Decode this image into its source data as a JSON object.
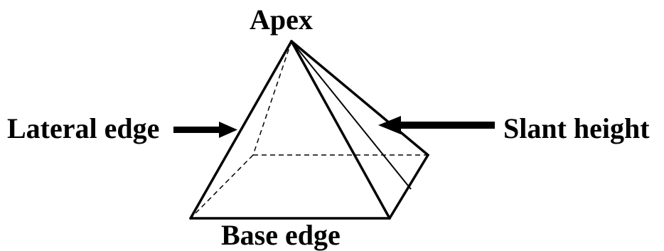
{
  "diagram": {
    "labels": {
      "apex": "Apex",
      "lateral_edge": "Lateral edge",
      "slant_height": "Slant height",
      "base_edge": "Base edge"
    },
    "colors": {
      "stroke": "#000000",
      "background": "#ffffff"
    }
  }
}
